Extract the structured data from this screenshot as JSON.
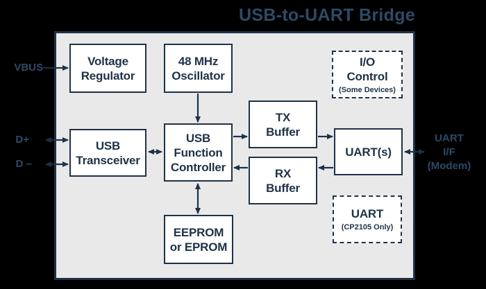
{
  "title": "USB-to-UART Bridge",
  "colors": {
    "page_bg": "#000000",
    "canvas_fill": "#e9e9e9",
    "box_fill": "#ffffff",
    "ink": "#1e3247",
    "outer_text": "#2e4a66"
  },
  "blocks": {
    "voltage_regulator": {
      "line1": "Voltage",
      "line2": "Regulator"
    },
    "oscillator": {
      "line1": "48 MHz",
      "line2": "Oscillator"
    },
    "io_control": {
      "line1": "I/O",
      "line2": "Control",
      "note": "(Some Devices)"
    },
    "usb_transceiver": {
      "line1": "USB",
      "line2": "Transceiver"
    },
    "usb_function_controller": {
      "line1": "USB",
      "line2": "Function",
      "line3": "Controller"
    },
    "tx_buffer": {
      "line1": "TX",
      "line2": "Buffer"
    },
    "rx_buffer": {
      "line1": "RX",
      "line2": "Buffer"
    },
    "uarts": {
      "line1": "UART(s)"
    },
    "uart_cp2105": {
      "line1": "UART",
      "note": "(CP2105 Only)"
    },
    "eeprom": {
      "line1": "EEPROM",
      "line2": "or EPROM"
    }
  },
  "ports": {
    "vbus": "VBUS",
    "d_plus": "D+",
    "d_minus": "D –",
    "uart_if": {
      "line1": "UART",
      "line2": "I/F",
      "line3": "(Modem)"
    }
  }
}
